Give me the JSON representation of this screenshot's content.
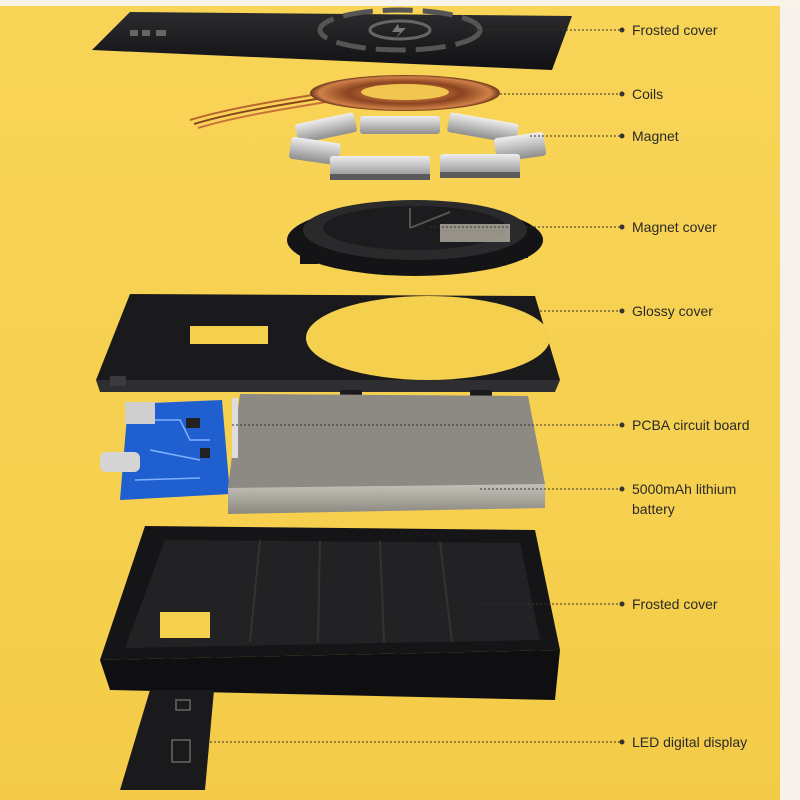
{
  "labels": [
    {
      "id": "frosted-cover-top",
      "text": "Frosted cover"
    },
    {
      "id": "coils",
      "text": "Coils"
    },
    {
      "id": "magnet",
      "text": "Magnet"
    },
    {
      "id": "magnet-cover",
      "text": "Magnet cover"
    },
    {
      "id": "glossy-cover",
      "text": "Glossy cover"
    },
    {
      "id": "pcba-circuit-board",
      "text": "PCBA circuit board"
    },
    {
      "id": "lithium-battery",
      "text": "5000mAh lithium battery"
    },
    {
      "id": "frosted-cover-bottom",
      "text": "Frosted cover"
    },
    {
      "id": "led-digital-display",
      "text": "LED digital display"
    }
  ],
  "colors": {
    "background": "#f6d04f",
    "part_dark": "#1c1c1e",
    "coil_copper": "#b8652f",
    "pcb_blue": "#1f5fd0",
    "battery_metal": "#8e8b84",
    "magnet_silver": "#c9c9c9"
  }
}
